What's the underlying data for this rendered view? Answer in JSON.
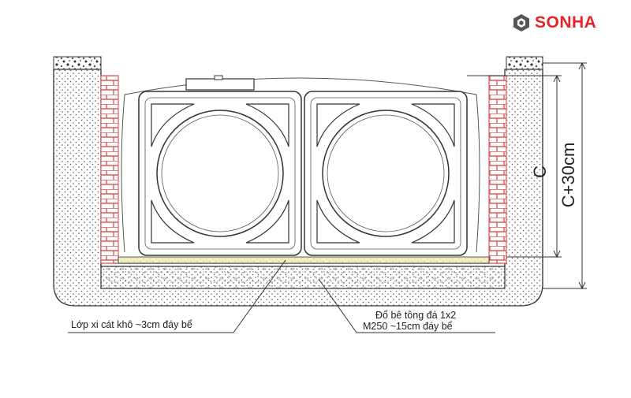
{
  "brand": {
    "name": "SONHA",
    "color": "#e8232a",
    "icon": "sonha-hexagon-logo-icon"
  },
  "diagram": {
    "dimension_c": "C",
    "dimension_c30": "C+30cm",
    "note_sand_layer": "Lớp xi cát khô ~3cm đáy bể",
    "note_concrete_line1": "Đổ bê tông đá 1x2",
    "note_concrete_line2": "M250 ~15cm đáy bể"
  },
  "colors": {
    "brick": "#e05a5a",
    "sand_layer": "#f4efc2",
    "soil_dots": "#555555",
    "outline": "#333333"
  }
}
